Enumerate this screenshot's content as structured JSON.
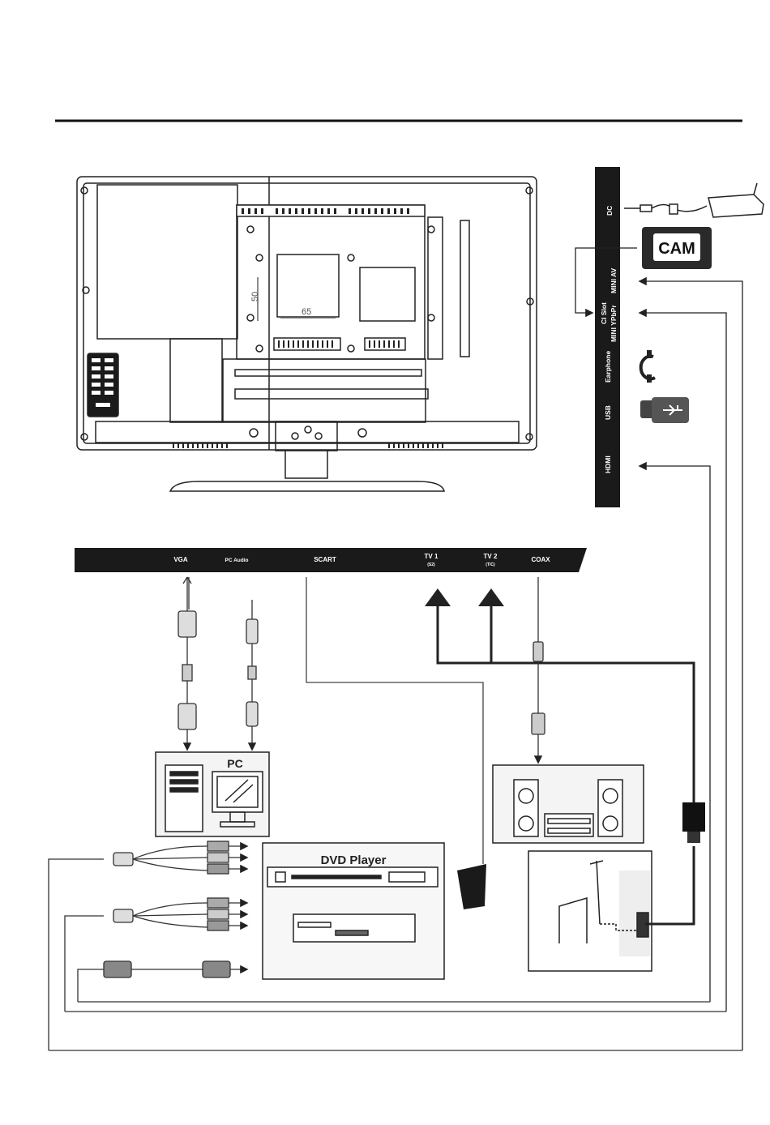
{
  "side_panel": {
    "ports": [
      "DC",
      "MINI AV",
      "CI Slot",
      "MINI YPbPr",
      "Earphone",
      "USB",
      "HDMI"
    ],
    "cam_label": "CAM"
  },
  "bottom_panel": {
    "ports": {
      "vga": "VGA",
      "pc_audio": "PC Audio",
      "scart": "SCART",
      "tv1": "TV 1",
      "tv1_sub": "(S2)",
      "tv2": "TV 2",
      "tv2_sub": "(T/C)",
      "coax": "COAX"
    }
  },
  "tv_back": {
    "dim_width": "65",
    "dim_height": "50"
  },
  "devices": {
    "pc": "PC",
    "dvd": "DVD Player"
  },
  "colors": {
    "panel": "#1a1a1a",
    "line": "#222222",
    "cable_gray": "#888888"
  }
}
